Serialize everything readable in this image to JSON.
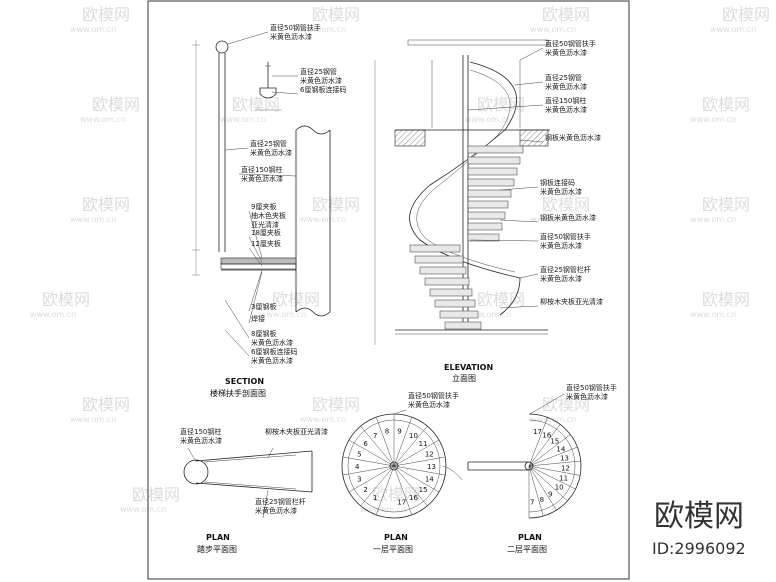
{
  "watermark": {
    "brand": "欧模网",
    "url": "www.om.cn"
  },
  "footer": {
    "brand": "欧模网",
    "id": "ID:2996092"
  },
  "section": {
    "title": "SECTION",
    "subtitle": "楼梯扶手剖面图",
    "labels": [
      [
        "直径50钢管扶手",
        "米黄色沥水漆"
      ],
      [
        "直径25钢管",
        "米黄色沥水漆"
      ],
      [
        "6厘钢板连接码"
      ],
      [
        "直径25钢管",
        "米黄色沥水漆"
      ],
      [
        "直径150钢柱",
        "米黄色沥水漆"
      ],
      [
        "9厘夹板",
        "柚木色夹板",
        "亚光清漆"
      ],
      [
        "18厘夹板"
      ],
      [
        "12厘夹板"
      ],
      [
        "3厘钢板"
      ],
      [
        "焊接"
      ],
      [
        "8厘钢板",
        "米黄色沥水漆"
      ],
      [
        "6厘钢板连接码",
        "米黄色沥水漆"
      ]
    ]
  },
  "elevation": {
    "title": "ELEVATION",
    "subtitle": "立面图",
    "labels": [
      [
        "直径50钢管扶手",
        "米黄色沥水漆"
      ],
      [
        "直径25钢管",
        "米黄色沥水漆"
      ],
      [
        "直径150钢柱",
        "米黄色沥水漆"
      ],
      [
        "钢板米黄色沥水漆"
      ],
      [
        "钢板连接码",
        "米黄色沥水漆"
      ],
      [
        "钢板米黄色沥水漆"
      ],
      [
        "直径50钢管扶手",
        "米黄色沥水漆"
      ],
      [
        "直径25钢管栏杆",
        "米黄色沥水漆"
      ],
      [
        "柳桉木夹板亚光清漆"
      ]
    ]
  },
  "plan_step": {
    "title": "PLAN",
    "subtitle": "踏步平面图",
    "labels": [
      [
        "直径150钢柱",
        "米黄色沥水漆"
      ],
      [
        "柳桉木夹板亚光清漆"
      ],
      [
        "直径25钢管栏杆",
        "米黄色沥水漆"
      ]
    ]
  },
  "plan_first": {
    "title": "PLAN",
    "subtitle": "一层平面图",
    "label": [
      "直径50钢管扶手",
      "米黄色沥水漆"
    ],
    "steps": [
      "1",
      "2",
      "3",
      "4",
      "5",
      "6",
      "7",
      "8",
      "9",
      "10",
      "11",
      "12",
      "13",
      "14",
      "15",
      "16",
      "17"
    ]
  },
  "plan_second": {
    "title": "PLAN",
    "subtitle": "二层平面图",
    "label": [
      "直径50钢管扶手",
      "米黄色沥水漆"
    ],
    "steps": [
      "7",
      "8",
      "9",
      "10",
      "11",
      "12",
      "13",
      "14",
      "15",
      "16",
      "17"
    ]
  }
}
